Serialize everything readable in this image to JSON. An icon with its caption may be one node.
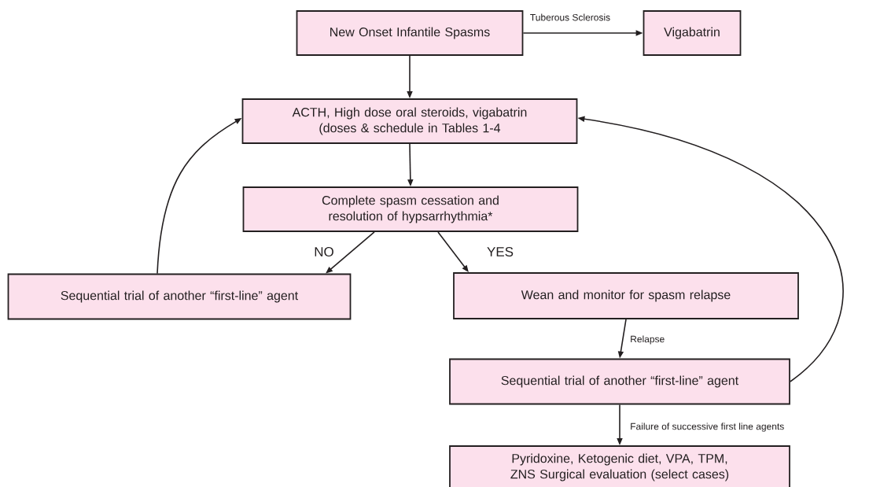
{
  "diagram": {
    "nodes": [
      {
        "text": [
          "New Onset Infantile Spasms"
        ]
      },
      {
        "text": [
          "Vigabatrin"
        ]
      },
      {
        "text": [
          "ACTH, High dose oral steroids, vigabatrin (doses & schedule in Tables 1-4"
        ]
      },
      {
        "text": [
          "Complete spasm cessation and resolution of hypsarrhythmia*"
        ]
      },
      {
        "text": [
          "Sequential trial of another “first-line” agent"
        ]
      },
      {
        "text": [
          "Wean and monitor for spasm relapse"
        ]
      },
      {
        "text": [
          "Sequential trial of another “first-line” agent"
        ]
      },
      {
        "text": [
          "Pyridoxine, Ketogenic diet, VPA, TPM, ZNS Surgical evaluation (select cases)"
        ]
      }
    ],
    "edges": [
      {
        "from": 0,
        "to": 1,
        "arrow": "to",
        "label": "Tuberous Sclerosis"
      },
      {
        "from": 0,
        "to": 2,
        "arrow": "to"
      },
      {
        "from": 2,
        "to": 3,
        "arrow": "to"
      },
      {
        "from": 3,
        "to": 4,
        "arrow": "to",
        "label": "NO"
      },
      {
        "from": 3,
        "to": 5,
        "arrow": "to",
        "label": "YES"
      },
      {
        "from": 4,
        "to": 2,
        "arrow": "to"
      },
      {
        "from": 5,
        "to": 6,
        "arrow": "to",
        "label": "Relapse"
      },
      {
        "from": 6,
        "to": 2,
        "arrow": "to"
      },
      {
        "from": 6,
        "to": 7,
        "arrow": "to",
        "label": "Failure of successive first line agents"
      }
    ]
  }
}
